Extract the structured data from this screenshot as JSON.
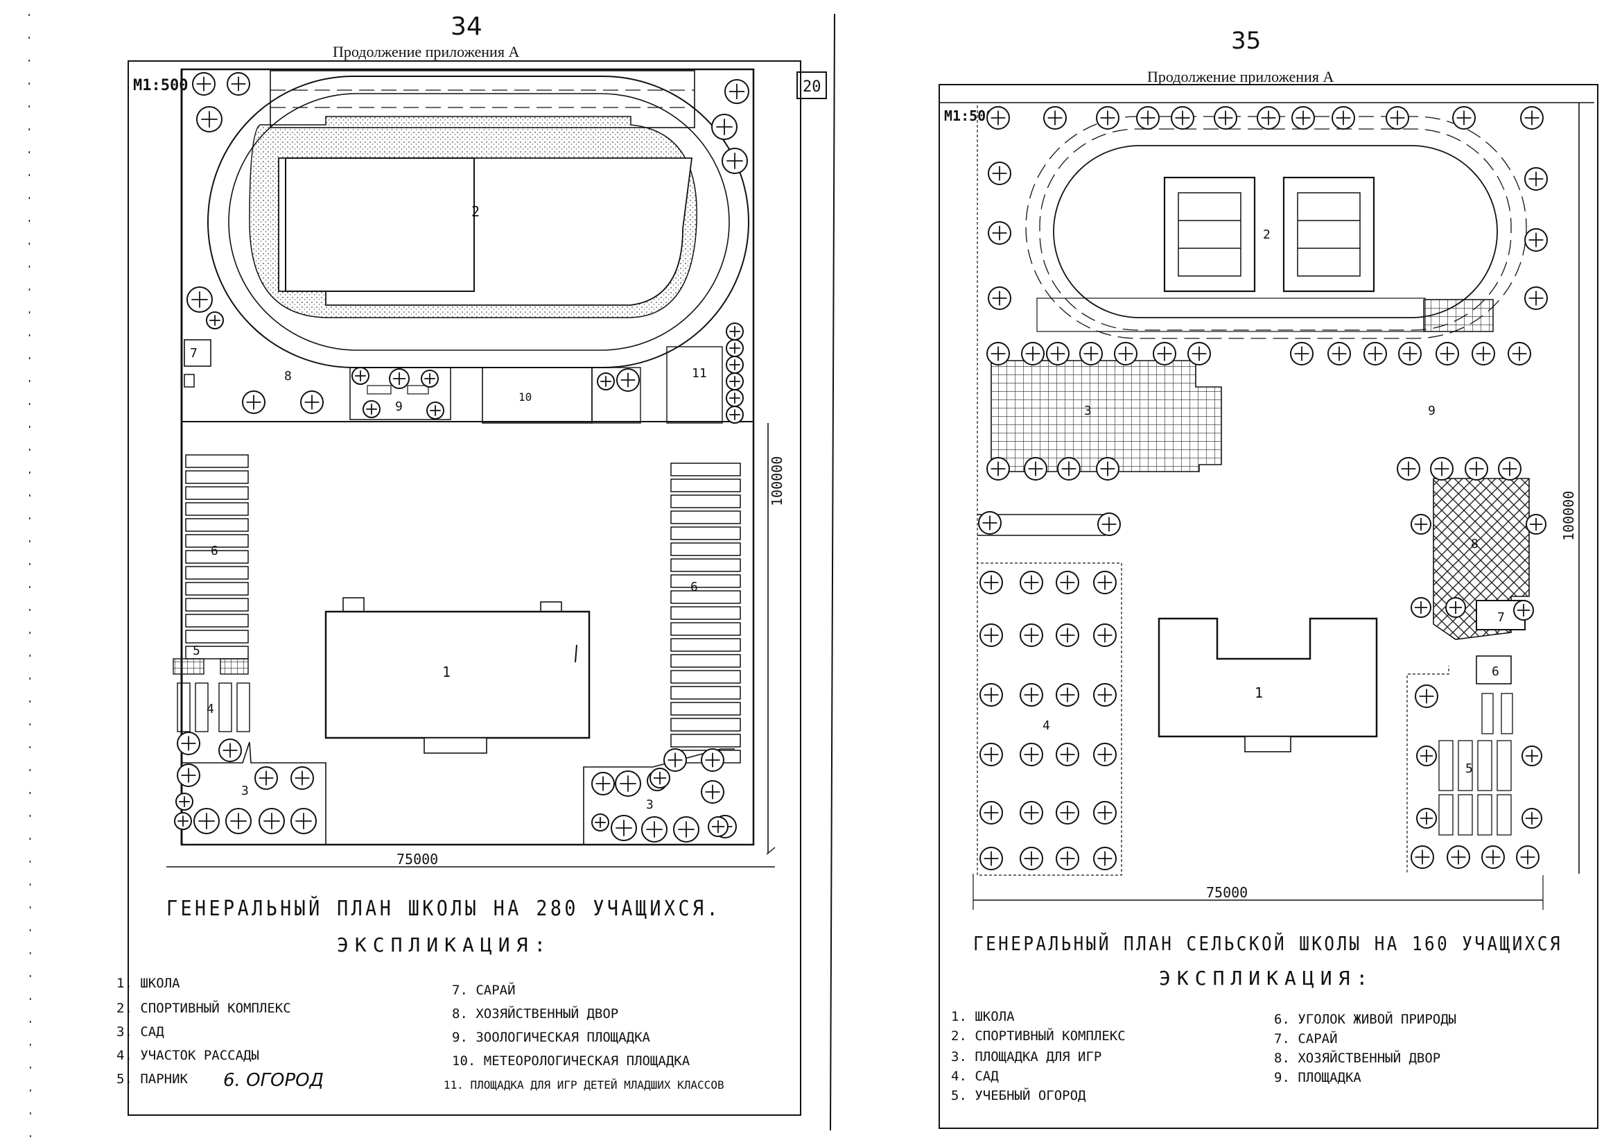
{
  "left": {
    "page_number": "34",
    "header": "Продолжение приложения А",
    "scale": "М1:500",
    "corner_box": "20",
    "dim_width": "75000",
    "dim_height": "100000",
    "title": "ГЕНЕРАЛЬНЫЙ ПЛАН ШКОЛЫ НА 280 УЧАЩИХСЯ.",
    "subtitle": "ЭКСПЛИКАЦИЯ:",
    "labels": {
      "n1": "1",
      "n2": "2",
      "n3a": "3",
      "n3b": "3",
      "n4": "4",
      "n5": "5",
      "n6a": "6",
      "n6b": "6",
      "n7": "7",
      "n8": "8",
      "n9": "9",
      "n10": "10",
      "n11": "11"
    },
    "legend_col1": [
      "1. ШКОЛА",
      "2. СПОРТИВНЫЙ КОМПЛЕКС",
      "3. САД",
      "4. УЧАСТОК РАССАДЫ",
      "5. ПАРНИК"
    ],
    "legend_extra": "6. ОГОРОД",
    "legend_col2": [
      "7. САРАЙ",
      "8. ХОЗЯЙСТВЕННЫЙ ДВОР",
      "9. ЗООЛОГИЧЕСКАЯ ПЛОЩАДКА",
      "10. МЕТЕОРОЛОГИЧЕСКАЯ ПЛОЩАДКА",
      "11. ПЛОЩАДКА ДЛЯ ИГР ДЕТЕЙ МЛАДШИХ КЛАССОВ"
    ]
  },
  "right": {
    "page_number": "35",
    "header": "Продолжение приложения А",
    "scale": "М1:500",
    "dim_width": "75000",
    "dim_height": "100000",
    "title": "ГЕНЕРАЛЬНЫЙ ПЛАН СЕЛЬСКОЙ ШКОЛЫ НА 160 УЧАЩИХСЯ",
    "subtitle": "ЭКСПЛИКАЦИЯ:",
    "labels": {
      "n1": "1",
      "n2": "2",
      "n3": "3",
      "n4": "4",
      "n5": "5",
      "n6": "6",
      "n7": "7",
      "n8": "8",
      "n9": "9"
    },
    "legend_col1": [
      "1. ШКОЛА",
      "2. СПОРТИВНЫЙ КОМПЛЕКС",
      "3. ПЛОЩАДКА ДЛЯ ИГР",
      "4. САД",
      "5. УЧЕБНЫЙ ОГОРОД"
    ],
    "legend_col2": [
      "6. УГОЛОК ЖИВОЙ ПРИРОДЫ",
      "7. САРАЙ",
      "8. ХОЗЯЙСТВЕННЫЙ ДВОР",
      "9. ПЛОЩАДКА"
    ]
  }
}
